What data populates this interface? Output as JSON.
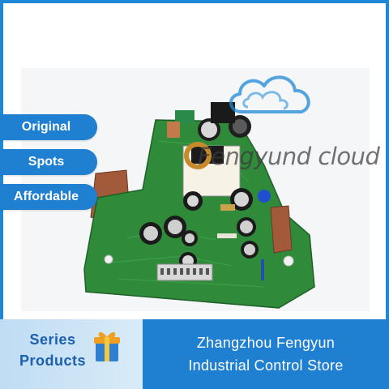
{
  "badges": {
    "original": "Original",
    "spots": "Spots",
    "affordable": "Affordable"
  },
  "watermark": {
    "text": "Fengyund cloud",
    "icon": "cloud-icon"
  },
  "banner": {
    "series_line1": "Series",
    "series_line2": "Products",
    "gift_icon": "gift-icon",
    "store_line1": "Zhangzhou Fengyun",
    "store_line2": "Industrial Control Store"
  },
  "product": {
    "icon": "circuit-board-photo"
  },
  "colors": {
    "accent_blue": "#1f7fd1",
    "border_blue": "#1e88d6",
    "banner_light": "#cfe5f6",
    "series_text": "#1a5fb0",
    "pcb_green": "#2f8a3a"
  }
}
